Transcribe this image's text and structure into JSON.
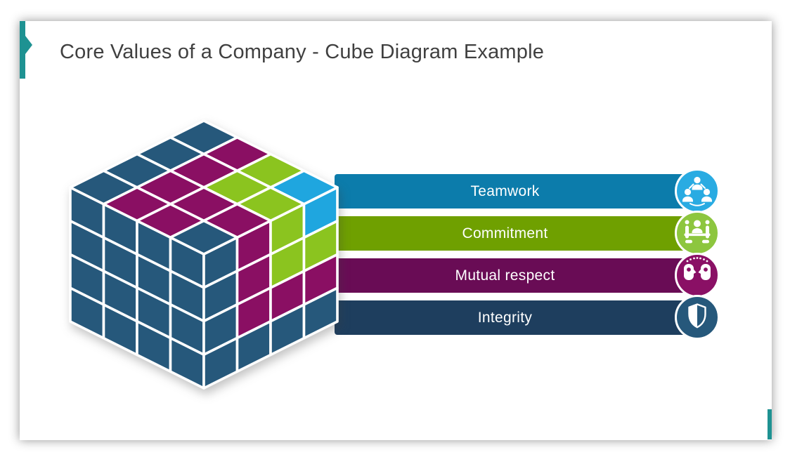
{
  "slide": {
    "title": "Core Values of a Company - Cube Diagram Example",
    "title_color": "#404040",
    "accent_color": "#1E9292",
    "background": "#FFFFFF"
  },
  "cube": {
    "palette": {
      "b": "#26587B",
      "p": "#8A0F63",
      "g": "#8BC41F",
      "c": "#1FA6DF"
    },
    "top_face": [
      [
        "b",
        "p",
        "g",
        "c"
      ],
      [
        "b",
        "p",
        "g",
        "g"
      ],
      [
        "b",
        "p",
        "p",
        "p"
      ],
      [
        "b",
        "p",
        "p",
        "b"
      ]
    ],
    "right_face": [
      [
        "b",
        "p",
        "g",
        "c"
      ],
      [
        "b",
        "p",
        "g",
        "g"
      ],
      [
        "b",
        "p",
        "p",
        "p"
      ],
      [
        "b",
        "b",
        "b",
        "b"
      ]
    ],
    "left_face": [
      [
        "b",
        "b",
        "b",
        "b"
      ],
      [
        "b",
        "b",
        "b",
        "b"
      ],
      [
        "b",
        "b",
        "b",
        "b"
      ],
      [
        "b",
        "b",
        "b",
        "b"
      ]
    ]
  },
  "values": [
    {
      "id": "teamwork",
      "label": "Teamwork",
      "bar_color": "#0C7CAB",
      "circle_color": "#29ABE2",
      "icon": "teamwork-icon"
    },
    {
      "id": "commitment",
      "label": "Commitment",
      "bar_color": "#6FA000",
      "circle_color": "#8DC63F",
      "icon": "meeting-icon"
    },
    {
      "id": "mutual-respect",
      "label": "Mutual respect",
      "bar_color": "#690C55",
      "circle_color": "#8A1065",
      "icon": "mutual-respect-icon"
    },
    {
      "id": "integrity",
      "label": "Integrity",
      "bar_color": "#1E3E5E",
      "circle_color": "#26587B",
      "icon": "shield-icon"
    }
  ]
}
